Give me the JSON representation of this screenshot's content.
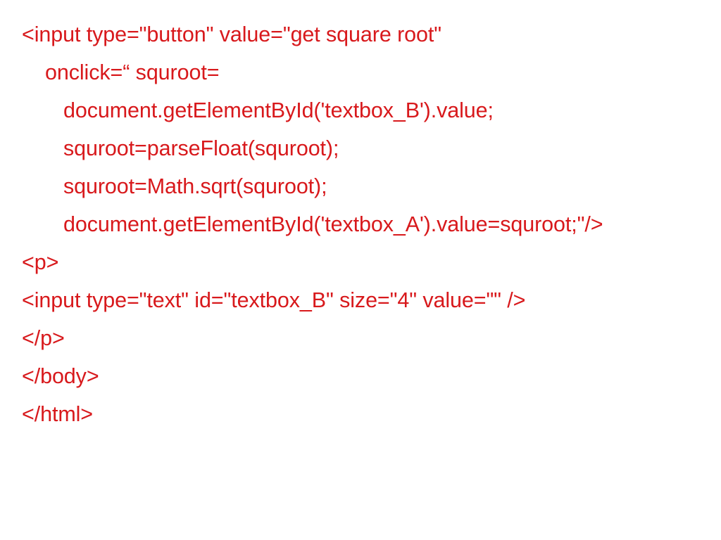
{
  "slide": {
    "background_color": "#ffffff",
    "text_color": "#d8191c",
    "code_lines": [
      {
        "text": "<input type=\"button\" value=\"get square root\"",
        "indent": 0
      },
      {
        "text": "onclick=“ squroot=",
        "indent": 1
      },
      {
        "text": "document.getElementById('textbox_B').value;",
        "indent": 2
      },
      {
        "text": "squroot=parseFloat(squroot);",
        "indent": 2
      },
      {
        "text": "squroot=Math.sqrt(squroot);",
        "indent": 2
      },
      {
        "text": "document.getElementById('textbox_A').value=squroot;\"/>",
        "indent": 2
      },
      {
        "text": "<p>",
        "indent": 0
      },
      {
        "text": "<input type=\"text\" id=\"textbox_B\" size=\"4\" value=\"\" />",
        "indent": 0
      },
      {
        "text": "</p>",
        "indent": 0
      },
      {
        "text": "</body>",
        "indent": 0
      },
      {
        "text": "</html>",
        "indent": 0
      }
    ]
  }
}
